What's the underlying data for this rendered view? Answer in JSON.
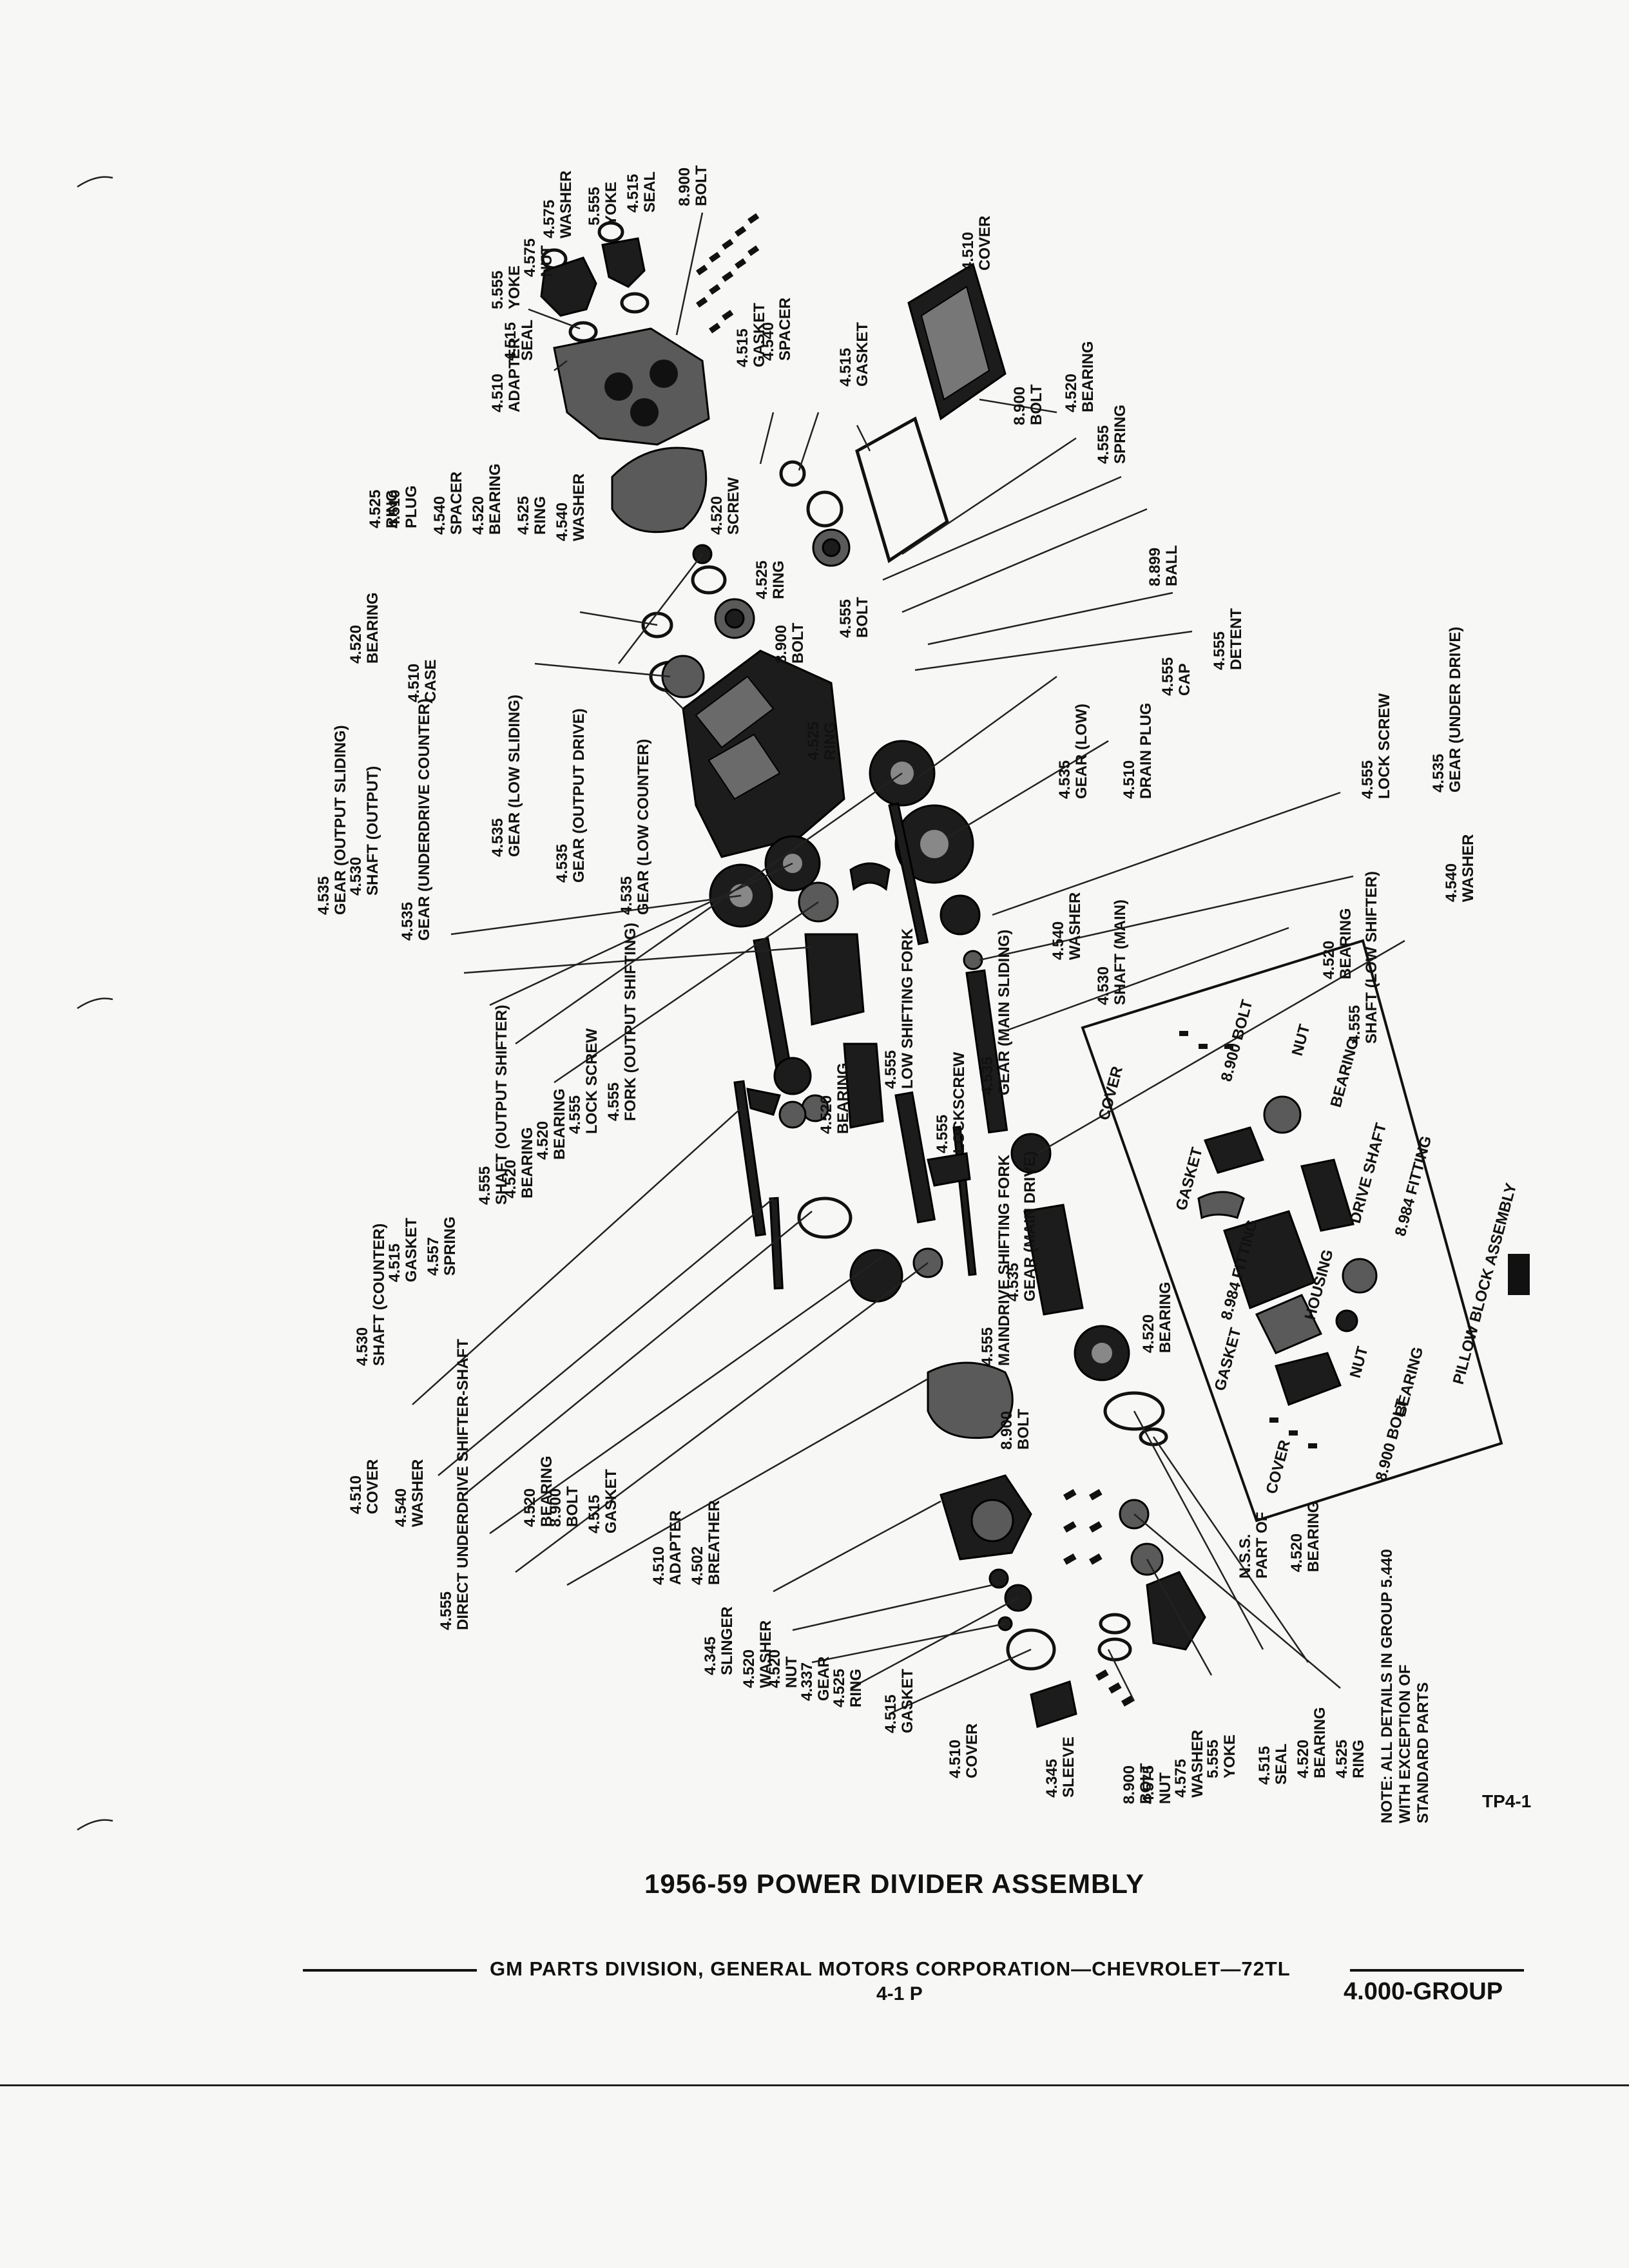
{
  "page": {
    "title": "1956-59 POWER DIVIDER ASSEMBLY",
    "footer_text": "GM PARTS DIVISION, GENERAL MOTORS CORPORATION—CHEVROLET—72TL",
    "page_number": "4-1 P",
    "group": "4.000-GROUP",
    "figure_id": "TP4-1"
  },
  "callouts": [
    [
      "4.575",
      "NUT"
    ],
    [
      "4.575",
      "WASHER"
    ],
    [
      "5.555",
      "YOKE"
    ],
    [
      "4.515",
      "SEAL"
    ],
    [
      "8.900",
      "BOLT"
    ],
    [
      "5.555",
      "YOKE"
    ],
    [
      "4.515",
      "SEAL"
    ],
    [
      "4.510",
      "ADAPTER"
    ],
    [
      "4.515",
      "GASKET"
    ],
    [
      "4.540",
      "SPACER"
    ],
    [
      "4.515",
      "GASKET"
    ],
    [
      "4.510",
      "COVER"
    ],
    [
      "8.900",
      "BOLT"
    ],
    [
      "4.520",
      "BEARING"
    ],
    [
      "4.555",
      "SPRING"
    ],
    [
      "4.525",
      "RING"
    ],
    [
      "4.510",
      "PLUG"
    ],
    [
      "4.540",
      "SPACER"
    ],
    [
      "4.520",
      "BEARING"
    ],
    [
      "4.525",
      "RING"
    ],
    [
      "4.540",
      "WASHER"
    ],
    [
      "4.520",
      "SCREW"
    ],
    [
      "4.525",
      "RING"
    ],
    [
      "8.899",
      "BALL"
    ],
    [
      "4.555",
      "BOLT"
    ],
    [
      "8.900",
      "BOLT"
    ],
    [
      "4.555",
      "DETENT"
    ],
    [
      "4.520",
      "BEARING"
    ],
    [
      "4.510",
      "CASE"
    ],
    [
      "4.555",
      "CAP"
    ],
    [
      "4.525",
      "RING"
    ],
    [
      "4.535",
      "GEAR (LOW)"
    ],
    [
      "4.510",
      "DRAIN PLUG"
    ],
    [
      "4.535",
      "GEAR (UNDER DRIVE)"
    ],
    [
      "4.555",
      "LOCK SCREW"
    ],
    [
      "4.540",
      "WASHER"
    ],
    [
      "4.535",
      "GEAR (OUTPUT SLIDING)"
    ],
    [
      "4.530",
      "SHAFT (OUTPUT)"
    ],
    [
      "4.535",
      "GEAR (UNDERDRIVE COUNTER)"
    ],
    [
      "4.535",
      "GEAR (LOW SLIDING)"
    ],
    [
      "4.535",
      "GEAR (OUTPUT DRIVE)"
    ],
    [
      "4.535",
      "GEAR (LOW COUNTER)"
    ],
    [
      "4.520",
      "BEARING"
    ],
    [
      "4.555",
      "SHAFT (LOW SHIFTER)"
    ],
    [
      "4.540",
      "WASHER"
    ],
    [
      "4.530",
      "SHAFT (MAIN)"
    ],
    [
      "4.535",
      "GEAR (MAIN SLIDING)"
    ],
    [
      "4.555",
      "LOW SHIFTING FORK"
    ],
    [
      "4.555",
      "LOCKSCREW"
    ],
    [
      "4.555",
      "FORK (OUTPUT SHIFTING)"
    ],
    [
      "4.555",
      "LOCK SCREW"
    ],
    [
      "4.520",
      "BEARING"
    ],
    [
      "4.555",
      "SHAFT (OUTPUT SHIFTER)"
    ],
    [
      "4.557",
      "SPRING"
    ],
    [
      "4.515",
      "GASKET"
    ],
    [
      "4.520",
      "BEARING"
    ],
    [
      "4.520",
      "BEARING"
    ],
    [
      "4.530",
      "SHAFT (COUNTER)"
    ],
    [
      "4.535",
      "GEAR (MAIN DRIVE)"
    ],
    [
      "4.555",
      "MAINDRIVE SHIFTING FORK"
    ],
    [
      "4.520",
      "BEARING"
    ],
    [
      "4.510",
      "COVER"
    ],
    [
      "4.540",
      "WASHER"
    ],
    [
      "4.555",
      "DIRECT UNDERDRIVE SHIFTER-SHAFT"
    ],
    [
      "4.520",
      "BEARING"
    ],
    [
      "8.900",
      "BOLT"
    ],
    [
      "4.515",
      "GASKET"
    ],
    [
      "4.510",
      "ADAPTER"
    ],
    [
      "4.502",
      "BREATHER"
    ],
    [
      "8.900",
      "BOLT"
    ],
    [
      "4.345",
      "SLINGER"
    ],
    [
      "4.520",
      "WASHER"
    ],
    [
      "4.520",
      "NUT"
    ],
    [
      "4.337",
      "GEAR"
    ],
    [
      "4.525",
      "RING"
    ],
    [
      "4.515",
      "GASKET"
    ],
    [
      "4.510",
      "COVER"
    ],
    [
      "4.345",
      "SLEEVE"
    ],
    [
      "8.900",
      "BOLT"
    ],
    [
      "4.575",
      "NUT"
    ],
    [
      "4.575",
      "WASHER"
    ],
    [
      "5.555",
      "YOKE"
    ],
    [
      "4.515",
      "SEAL"
    ],
    [
      "4.520",
      "BEARING"
    ],
    [
      "4.525",
      "RING"
    ],
    [
      "N.S.S.",
      "PART OF"
    ],
    [
      "4.520",
      "BEARING"
    ]
  ],
  "pillow_block": {
    "title": "PILLOW BLOCK ASSEMBLY",
    "labels": [
      "COVER",
      "8.900 BOLT",
      "NUT",
      "BEARING",
      "GASKET",
      "DRIVE SHAFT",
      "8.984 FITTING",
      "HOUSING",
      "8.984 FITTING",
      "GASKET",
      "NUT",
      "BEARING",
      "COVER",
      "8.900 BOLT"
    ]
  },
  "note": [
    "NOTE: ALL DETAILS IN GROUP 5.440",
    "WITH EXCEPTION OF",
    "STANDARD PARTS"
  ]
}
